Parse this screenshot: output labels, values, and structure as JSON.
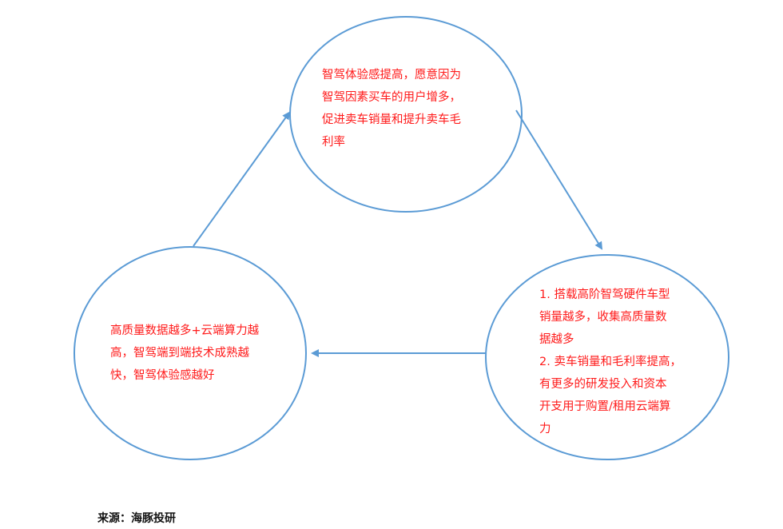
{
  "nodes": {
    "top": {
      "lines": [
        "智驾体验感提高，愿意因为",
        "智驾因素买车的用户增多，",
        "促进卖车销量和提升卖车毛",
        "利率"
      ]
    },
    "right": {
      "lines": [
        "1. 搭载高阶智驾硬件车型",
        "销量越多，收集高质量数",
        "据越多",
        "2. 卖车销量和毛利率提高，",
        "有更多的研发投入和资本",
        "开支用于购置/租用云端算",
        "力"
      ]
    },
    "left": {
      "lines": [
        "高质量数据越多+云端算力越",
        "高，智驾端到端技术成熟越",
        "快，智驾体验感越好"
      ]
    }
  },
  "source": "来源：海豚投研",
  "colors": {
    "circle_stroke": "#5b9bd5",
    "text": "#ff1a1a"
  }
}
